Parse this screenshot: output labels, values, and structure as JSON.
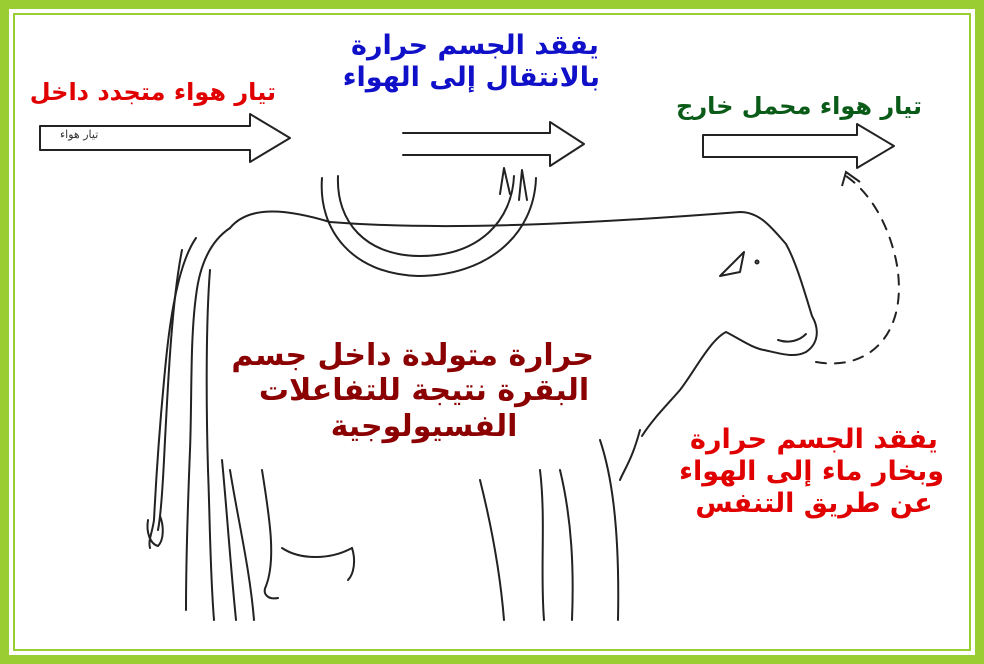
{
  "labels": {
    "incoming_air": "تيار هواء متجدد داخل",
    "conduction_line1": "يفقد الجسم حرارة",
    "conduction_line2": "بالانتقال إلى الهواء",
    "outgoing_air": "تيار هواء محمل خارج",
    "internal_heat_line1": "حرارة متولدة داخل جسم",
    "internal_heat_line2": "البقرة نتيجة للتفاعلات",
    "internal_heat_line3": "الفسيولوجية",
    "respiration_line1": "يفقد الجسم حرارة",
    "respiration_line2": "وبخار ماء إلى الهواء",
    "respiration_line3": "عن طريق التنفس",
    "arrow_handwritten": "تيار هواء"
  },
  "colors": {
    "border": "#9acd32",
    "incoming_air": "#e00000",
    "conduction": "#1010c8",
    "outgoing_air": "#0a5a18",
    "internal_heat": "#8b0000",
    "respiration": "#e00000"
  },
  "icons": [
    "air-flow-arrow",
    "cow-outline",
    "heat-loop-arrows",
    "breath-dashed-arrow"
  ]
}
